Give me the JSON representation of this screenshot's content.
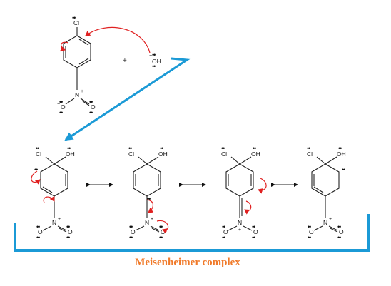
{
  "labels": {
    "chlorine": "Cl",
    "hydroxide": "OH",
    "oxygen": "O",
    "nitrogen": "N",
    "plus_charge": "+",
    "minus_charge": "−",
    "lone_pair": "••",
    "reaction_plus": "+"
  },
  "caption": "Meisenheimer complex",
  "colors": {
    "curved_arrow": "#e02020",
    "bracket": "#1b9ad6",
    "caption": "#f07a2a"
  }
}
